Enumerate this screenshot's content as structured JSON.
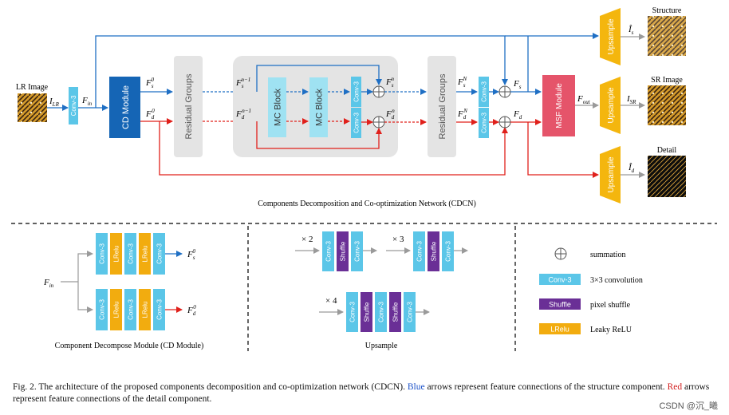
{
  "colors": {
    "blue": "#1f6fc4",
    "red": "#e0201b",
    "conv": "#5bc6e8",
    "lrelu": "#f2ac0f",
    "shuffle": "#6a2f96",
    "cd_module": "#1565b5",
    "msf": "#e5546a",
    "upsample": "#f4b60e",
    "group_gray": "#e4e4e4",
    "mc_block": "#9fe2f2"
  },
  "top": {
    "input_label": "LR Image",
    "i_lr": "I",
    "i_lr_sub": "LR",
    "conv3": "Conv-3",
    "f_in": "F",
    "f_in_sub": "in",
    "cd_module": "CD Module",
    "fs0": "F",
    "fs0_sub": "s",
    "fs0_sup": "0",
    "fd0": "F",
    "fd0_sub": "d",
    "fd0_sup": "0",
    "residual_groups": "Residual Groups",
    "fsn1": "F",
    "fsn1_sub": "s",
    "fsn1_sup": "n−1",
    "fdn1": "F",
    "fdn1_sub": "d",
    "fdn1_sup": "n−1",
    "mc_block": "MC Block",
    "fsn": "F",
    "fsn_sub": "s",
    "fsn_sup": "n",
    "fdn": "F",
    "fdn_sub": "d",
    "fdn_sup": "n",
    "fsN": "F",
    "fsN_sub": "s",
    "fsN_sup": "N",
    "fdN": "F",
    "fdN_sub": "d",
    "fdN_sup": "N",
    "fs": "F",
    "fs_sub": "s",
    "fd": "F",
    "fd_sub": "d",
    "msf": "MSF Module",
    "fout": "F",
    "fout_sub": "out",
    "upsample": "Upsample",
    "is_hat": "Î",
    "is_sub": "s",
    "isr": "I",
    "isr_sub": "SR",
    "id_hat": "Î",
    "id_sub": "d",
    "structure": "Structure",
    "sr_image": "SR Image",
    "detail": "Detail",
    "network_title": "Components Decomposition and Co-optimization  Network (CDCN)"
  },
  "cd_panel": {
    "f_in": "F",
    "f_in_sub": "in",
    "fs0": "F",
    "fs0_sub": "s",
    "fs0_sup": "0",
    "fd0": "F",
    "fd0_sub": "d",
    "fd0_sup": "0",
    "top_row": [
      "Conv-3",
      "LRelu",
      "Conv-3",
      "LRelu",
      "Conv-3"
    ],
    "bottom_row": [
      "Conv-3",
      "LRelu",
      "Conv-3",
      "LRelu",
      "Conv-3"
    ],
    "title": "Component Decompose Module (CD Module)"
  },
  "upsample_panel": {
    "x2": "× 2",
    "x3": "× 3",
    "x4": "× 4",
    "x2_row": [
      "Conv-3",
      "Shuffle",
      "Conv-3"
    ],
    "x3_row": [
      "Conv-3",
      "Shuffle",
      "Conv-3"
    ],
    "x4_row": [
      "Conv-3",
      "Shuffle",
      "Conv-3",
      "Shuffle",
      "Conv-3"
    ],
    "title": "Upsample"
  },
  "legend": {
    "summation": "summation",
    "conv_tag": "Conv-3",
    "conv_desc": "3×3 convolution",
    "shuffle_tag": "Shuffle",
    "shuffle_desc": "pixel shuffle",
    "lrelu_tag": "LRelu",
    "lrelu_desc": "Leaky ReLU"
  },
  "caption": {
    "prefix": "Fig. 2.   The architecture of the proposed components decomposition and co-optimization network (CDCN). ",
    "blue_word": "Blue",
    "mid": " arrows represent feature connections of the structure component. ",
    "red_word": "Red",
    "suffix": " arrows represent feature connections of the detail component."
  },
  "watermark": "CSDN @沉_曦"
}
